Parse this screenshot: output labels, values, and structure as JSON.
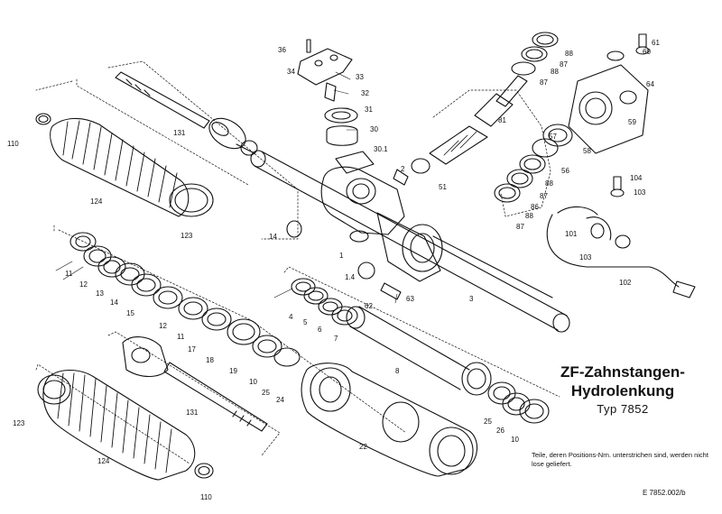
{
  "diagram": {
    "title_line1": "ZF-Zahnstangen-",
    "title_line2": "Hydrolenkung",
    "title_line3": "Typ 7852",
    "note": "Teile, deren Positions-Nrn. unterstrichen sind, werden nicht lose geliefert.",
    "document_ref": "E 7852.002/b",
    "callouts": [
      {
        "id": "c36",
        "text": "36"
      },
      {
        "id": "c34",
        "text": "34"
      },
      {
        "id": "c33",
        "text": "33"
      },
      {
        "id": "c32",
        "text": "32"
      },
      {
        "id": "c31",
        "text": "31"
      },
      {
        "id": "c30",
        "text": "30"
      },
      {
        "id": "c301",
        "text": "30.1"
      },
      {
        "id": "c131a",
        "text": "131"
      },
      {
        "id": "c110a",
        "text": "110"
      },
      {
        "id": "c124a",
        "text": "124"
      },
      {
        "id": "c123a",
        "text": "123"
      },
      {
        "id": "c2",
        "text": "2"
      },
      {
        "id": "c51",
        "text": "51"
      },
      {
        "id": "c14",
        "text": "14"
      },
      {
        "id": "c1",
        "text": "1"
      },
      {
        "id": "c14b",
        "text": "1.4"
      },
      {
        "id": "c62",
        "text": "62"
      },
      {
        "id": "c63",
        "text": "63"
      },
      {
        "id": "c3",
        "text": "3"
      },
      {
        "id": "c88a",
        "text": "88"
      },
      {
        "id": "c87a",
        "text": "87"
      },
      {
        "id": "c88b",
        "text": "88"
      },
      {
        "id": "c87b",
        "text": "87"
      },
      {
        "id": "c81",
        "text": "81"
      },
      {
        "id": "c57",
        "text": "57"
      },
      {
        "id": "c56",
        "text": "56"
      },
      {
        "id": "c58",
        "text": "58"
      },
      {
        "id": "c59",
        "text": "59"
      },
      {
        "id": "c60",
        "text": "60"
      },
      {
        "id": "c61",
        "text": "61"
      },
      {
        "id": "c64",
        "text": "64"
      },
      {
        "id": "c88c",
        "text": "88"
      },
      {
        "id": "c87c",
        "text": "87"
      },
      {
        "id": "c86",
        "text": "86"
      },
      {
        "id": "c88d",
        "text": "88"
      },
      {
        "id": "c87d",
        "text": "87"
      },
      {
        "id": "c104",
        "text": "104"
      },
      {
        "id": "c103a",
        "text": "103"
      },
      {
        "id": "c101",
        "text": "101"
      },
      {
        "id": "c103b",
        "text": "103"
      },
      {
        "id": "c102",
        "text": "102"
      },
      {
        "id": "c11a",
        "text": "11"
      },
      {
        "id": "c12a",
        "text": "12"
      },
      {
        "id": "c13",
        "text": "13"
      },
      {
        "id": "c14c",
        "text": "14"
      },
      {
        "id": "c15",
        "text": "15"
      },
      {
        "id": "c12b",
        "text": "12"
      },
      {
        "id": "c11b",
        "text": "11"
      },
      {
        "id": "c18",
        "text": "18"
      },
      {
        "id": "c17",
        "text": "17"
      },
      {
        "id": "c19",
        "text": "19"
      },
      {
        "id": "c10a",
        "text": "10"
      },
      {
        "id": "c25a",
        "text": "25"
      },
      {
        "id": "c24",
        "text": "24"
      },
      {
        "id": "c4",
        "text": "4"
      },
      {
        "id": "c5",
        "text": "5"
      },
      {
        "id": "c6",
        "text": "6"
      },
      {
        "id": "c7",
        "text": "7"
      },
      {
        "id": "c8",
        "text": "8"
      },
      {
        "id": "c131b",
        "text": "131"
      },
      {
        "id": "c123b",
        "text": "123"
      },
      {
        "id": "c124b",
        "text": "124"
      },
      {
        "id": "c110b",
        "text": "110"
      },
      {
        "id": "c22",
        "text": "22"
      },
      {
        "id": "c25b",
        "text": "25"
      },
      {
        "id": "c26",
        "text": "26"
      },
      {
        "id": "c10b",
        "text": "10"
      }
    ]
  }
}
